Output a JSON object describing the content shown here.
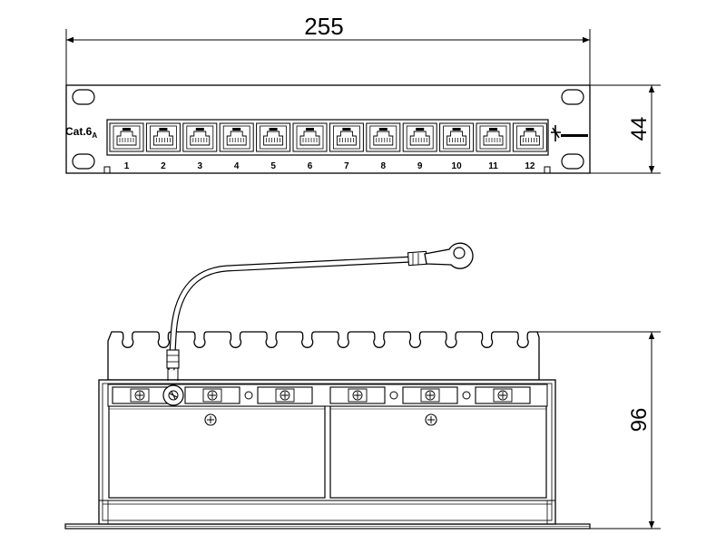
{
  "dimensions": {
    "width": "255",
    "height_front": "44",
    "depth": "96"
  },
  "front_panel": {
    "category_label": "Cat.6",
    "category_subscript": "A",
    "ports": [
      "1",
      "2",
      "3",
      "4",
      "5",
      "6",
      "7",
      "8",
      "9",
      "10",
      "11",
      "12"
    ],
    "brand_icon": "telegartner-logo-icon"
  },
  "rear_view": {
    "cable_icon": "ground-cable-icon",
    "screw_icon": "screw-icon"
  }
}
